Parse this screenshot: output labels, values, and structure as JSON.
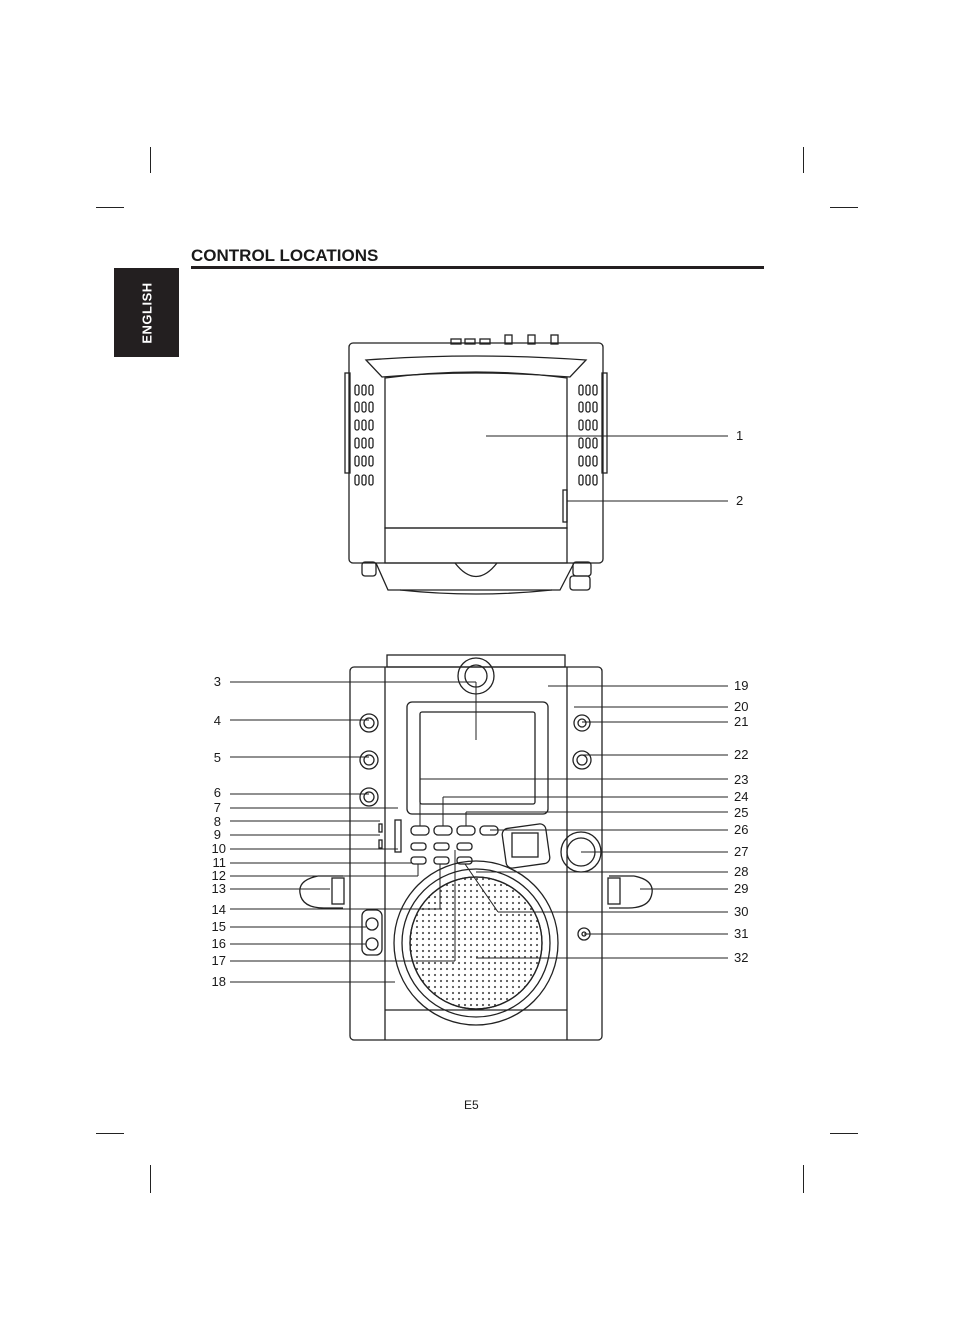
{
  "header": {
    "title": "CONTROL LOCATIONS"
  },
  "side_tab": {
    "label": "ENGLISH"
  },
  "footer": {
    "page_number": "E5"
  },
  "callouts_top": [
    "1",
    "2"
  ],
  "callouts_left": [
    "3",
    "4",
    "5",
    "6",
    "7",
    "8",
    "9",
    "10",
    "11",
    "12",
    "13",
    "14",
    "15",
    "16",
    "17",
    "18"
  ],
  "callouts_right": [
    "19",
    "20",
    "21",
    "22",
    "23",
    "24",
    "25",
    "26",
    "27",
    "28",
    "29",
    "30",
    "31",
    "32"
  ]
}
